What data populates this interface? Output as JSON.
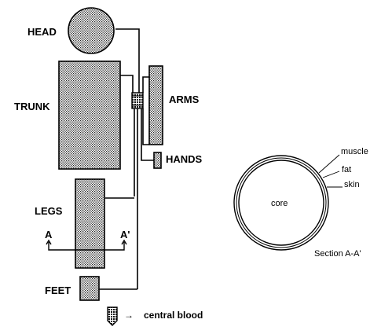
{
  "diagram": {
    "segments": {
      "head": "HEAD",
      "trunk": "TRUNK",
      "arms": "ARMS",
      "hands": "HANDS",
      "legs": "LEGS",
      "feet": "FEET"
    },
    "section_markers": {
      "left": "A",
      "right": "A'"
    },
    "cross_section": {
      "core": "core",
      "muscle": "muscle",
      "fat": "fat",
      "skin": "skin",
      "caption": "Section A-A'"
    },
    "legend": {
      "arrow": "→",
      "label": "central blood"
    }
  }
}
